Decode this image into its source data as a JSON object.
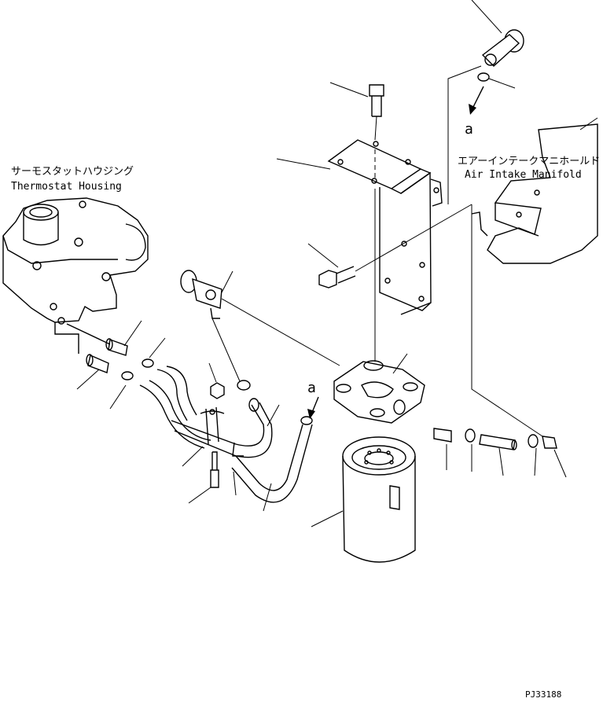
{
  "labels": {
    "thermostat_jp": "サーモスタットハウジング",
    "thermostat_en": "Thermostat Housing",
    "manifold_jp": "エアーインテークマニホールド",
    "manifold_en": "Air Intake Manifold",
    "view_marker": "a",
    "drawing_code": "PJ33188"
  }
}
